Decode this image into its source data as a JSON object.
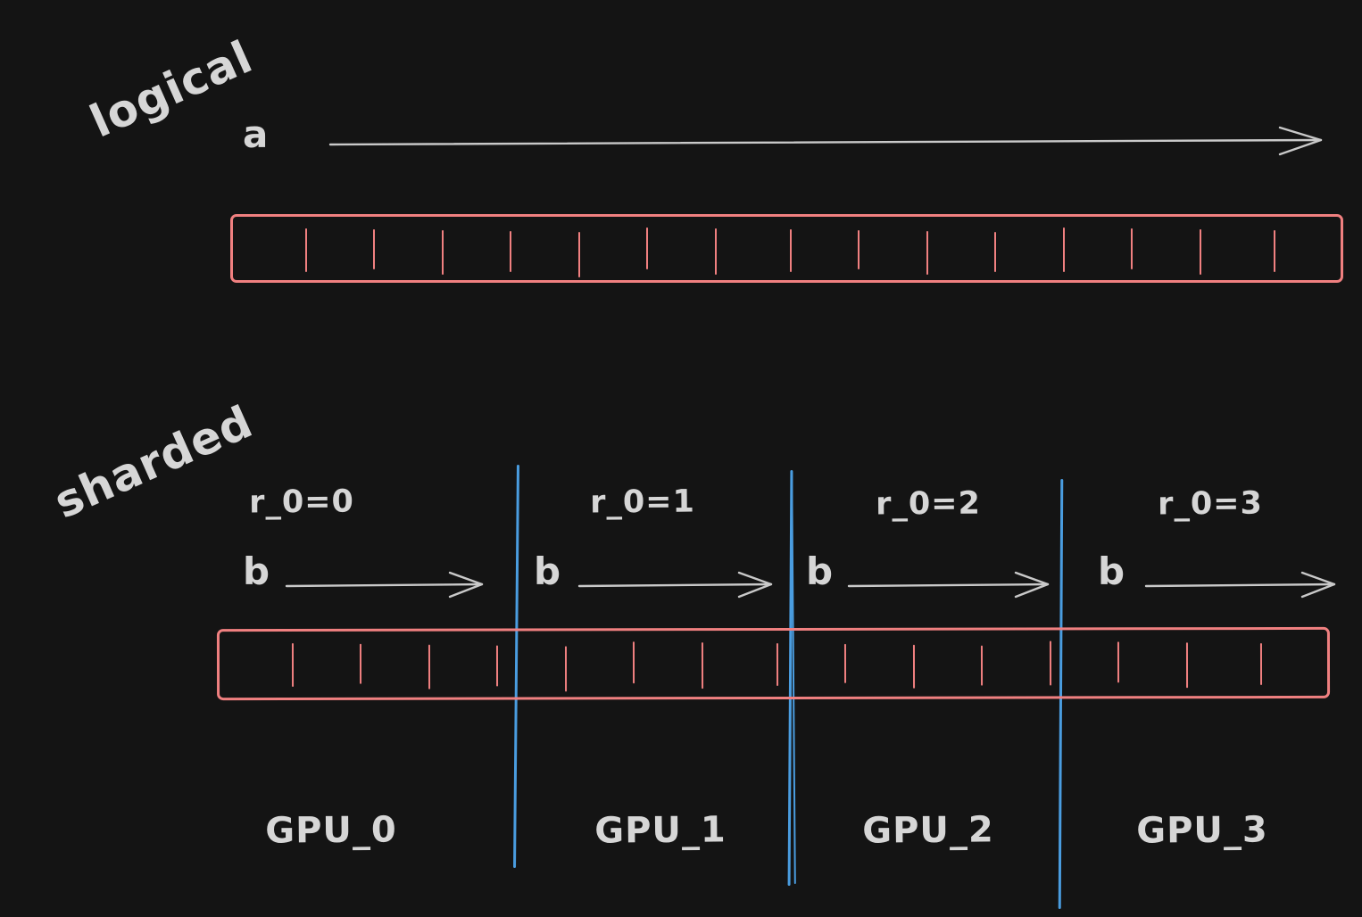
{
  "canvas": {
    "background": "#141414"
  },
  "colors": {
    "array_stroke": "#f08080",
    "shard_divider": "#4a9de0",
    "ink": "#d6d6d6",
    "arrow": "#c9c9c9"
  },
  "logical_section": {
    "title": "logical",
    "dimension_label": "a",
    "array": {
      "cells": 16
    }
  },
  "sharded_section": {
    "title": "sharded",
    "array": {
      "cells": 16,
      "cells_per_shard": 4,
      "num_shards": 4
    },
    "shards": [
      {
        "rank_label": "r_0=0",
        "dimension_label": "b",
        "gpu_label": "GPU_0"
      },
      {
        "rank_label": "r_0=1",
        "dimension_label": "b",
        "gpu_label": "GPU_1"
      },
      {
        "rank_label": "r_0=2",
        "dimension_label": "b",
        "gpu_label": "GPU_2"
      },
      {
        "rank_label": "r_0=3",
        "dimension_label": "b",
        "gpu_label": "GPU_3"
      }
    ]
  }
}
